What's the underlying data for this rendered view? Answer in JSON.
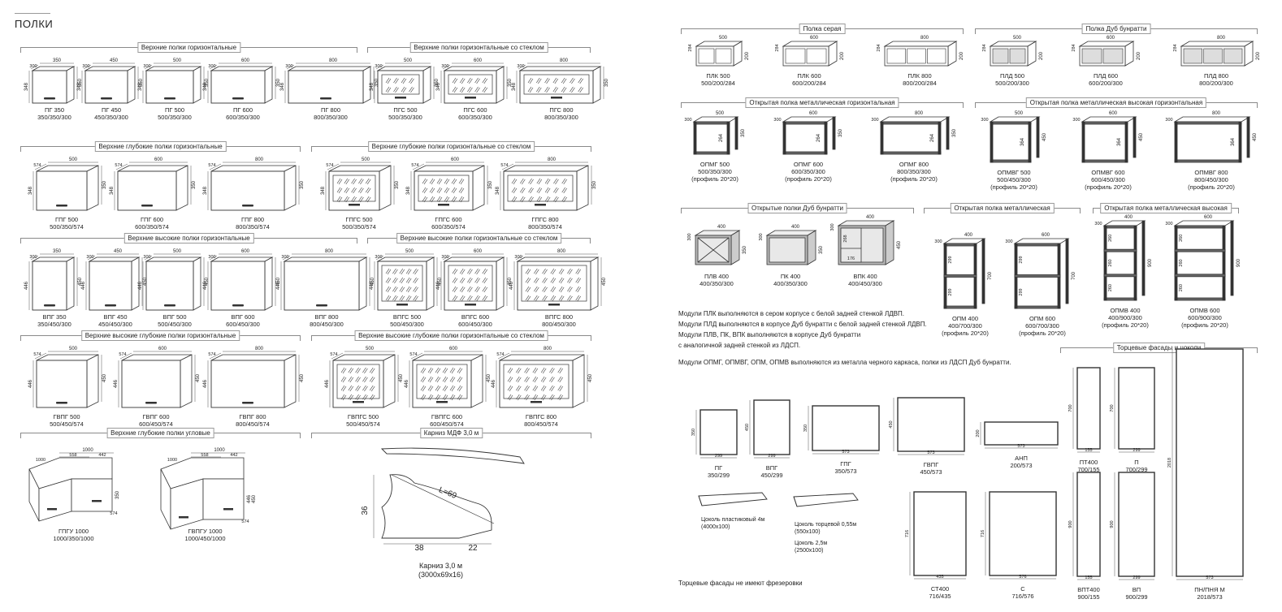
{
  "page": {
    "title": "ПОЛКИ"
  },
  "left_sections": [
    {
      "title": "Верхние полки горизонтальные",
      "items": [
        {
          "name": "ПГ 350",
          "size": "350/350/300",
          "w": "350",
          "d": "300",
          "h": "348",
          "h2": "350"
        },
        {
          "name": "ПГ 450",
          "size": "450/350/300",
          "w": "450",
          "d": "300",
          "h": "348",
          "h2": "350"
        },
        {
          "name": "ПГ 500",
          "size": "500/350/300",
          "w": "500",
          "d": "300",
          "h": "348",
          "h2": "350"
        },
        {
          "name": "ПГ 600",
          "size": "600/350/300",
          "w": "600",
          "d": "300",
          "h": "348",
          "h2": "350"
        },
        {
          "name": "ПГ 800",
          "size": "800/350/300",
          "w": "800",
          "d": "300",
          "h": "348",
          "h2": "350"
        }
      ]
    },
    {
      "title": "Верхние полки горизонтальные со стеклом",
      "items": [
        {
          "name": "ПГС 500",
          "size": "500/350/300",
          "w": "500",
          "d": "300",
          "h": "348",
          "h2": "350"
        },
        {
          "name": "ПГС 600",
          "size": "600/350/300",
          "w": "600",
          "d": "300",
          "h": "348",
          "h2": "350"
        },
        {
          "name": "ПГС 800",
          "size": "800/350/300",
          "w": "800",
          "d": "300",
          "h": "348",
          "h2": "350"
        }
      ]
    },
    {
      "title": "Верхние глубокие полки горизонтальные",
      "items": [
        {
          "name": "ГПГ 500",
          "size": "500/350/574",
          "w": "500",
          "d": "574",
          "h": "348",
          "h2": "350"
        },
        {
          "name": "ГПГ 600",
          "size": "600/350/574",
          "w": "600",
          "d": "574",
          "h": "348",
          "h2": "350"
        },
        {
          "name": "ГПГ 800",
          "size": "800/350/574",
          "w": "800",
          "d": "574",
          "h": "348",
          "h2": "350"
        }
      ]
    },
    {
      "title": "Верхние глубокие полки горизонтальные со стеклом",
      "items": [
        {
          "name": "ГПГС 500",
          "size": "500/350/574",
          "w": "500",
          "d": "574",
          "h": "348",
          "h2": "350"
        },
        {
          "name": "ГПГС 600",
          "size": "600/350/574",
          "w": "600",
          "d": "574",
          "h": "348",
          "h2": "350"
        },
        {
          "name": "ГПГС 800",
          "size": "800/350/574",
          "w": "800",
          "d": "574",
          "h": "348",
          "h2": "350"
        }
      ]
    },
    {
      "title": "Верхние высокие полки горизонтальные",
      "items": [
        {
          "name": "ВПГ 350",
          "size": "350/450/300",
          "w": "350",
          "d": "300",
          "h": "446",
          "h2": "450"
        },
        {
          "name": "ВПГ 450",
          "size": "450/450/300",
          "w": "450",
          "d": "300",
          "h": "446",
          "h2": "450"
        },
        {
          "name": "ВПГ 500",
          "size": "500/450/300",
          "w": "500",
          "d": "300",
          "h": "446",
          "h2": "450"
        },
        {
          "name": "ВПГ 600",
          "size": "600/450/300",
          "w": "600",
          "d": "300",
          "h": "446",
          "h2": "450"
        },
        {
          "name": "ВПГ 800",
          "size": "800/450/300",
          "w": "800",
          "d": "300",
          "h": "446",
          "h2": "450"
        }
      ]
    },
    {
      "title": "Верхние высокие полки горизонтальные со стеклом",
      "items": [
        {
          "name": "ВПГС 500",
          "size": "500/450/300",
          "w": "500",
          "d": "300",
          "h": "446",
          "h2": "450"
        },
        {
          "name": "ВПГС 600",
          "size": "600/450/300",
          "w": "600",
          "d": "300",
          "h": "446",
          "h2": "450"
        },
        {
          "name": "ВПГС 800",
          "size": "800/450/300",
          "w": "800",
          "d": "300",
          "h": "446",
          "h2": "450"
        }
      ]
    },
    {
      "title": "Верхние высокие глубокие полки горизонтальные",
      "items": [
        {
          "name": "ГВПГ 500",
          "size": "500/450/574",
          "w": "500",
          "d": "574",
          "h": "446",
          "h2": "450"
        },
        {
          "name": "ГВПГ 600",
          "size": "600/450/574",
          "w": "600",
          "d": "574",
          "h": "446",
          "h2": "450"
        },
        {
          "name": "ГВПГ 800",
          "size": "800/450/574",
          "w": "800",
          "d": "574",
          "h": "446",
          "h2": "450"
        }
      ]
    },
    {
      "title": "Верхние высокие глубокие полки горизонтальные со стеклом",
      "items": [
        {
          "name": "ГВПГС 500",
          "size": "500/450/574",
          "w": "500",
          "d": "574",
          "h": "446",
          "h2": "450"
        },
        {
          "name": "ГВПГС 600",
          "size": "600/450/574",
          "w": "600",
          "d": "574",
          "h": "446",
          "h2": "450"
        },
        {
          "name": "ГВПГС 800",
          "size": "800/450/574",
          "w": "800",
          "d": "574",
          "h": "446",
          "h2": "450"
        }
      ]
    },
    {
      "title": "Верхние глубокие полки угловые",
      "items": [
        {
          "name": "ГПГУ 1000",
          "size": "1000/350/1000",
          "w": "1000",
          "d": "1000",
          "a": "558",
          "b": "442",
          "h": "350",
          "d2": "574"
        },
        {
          "name": "ГВПГУ 1000",
          "size": "1000/450/1000",
          "w": "1000",
          "d": "1000",
          "a": "558",
          "b": "442",
          "h": "446",
          "h2": "450",
          "d2": "574"
        }
      ]
    },
    {
      "title": "Карниз МДФ 3,0 м",
      "label_l": "L=69",
      "dim_h": "36",
      "dim_a": "38",
      "dim_b": "22",
      "name": "Карниз 3,0 м",
      "size": "(3000х69х16)"
    }
  ],
  "right_sections": [
    {
      "title": "Полка серая",
      "items": [
        {
          "name": "ПЛК 500",
          "size": "500/200/284",
          "w": "500",
          "d": "284",
          "h": "200"
        },
        {
          "name": "ПЛК 600",
          "size": "600/200/284",
          "w": "600",
          "d": "284",
          "h": "200"
        },
        {
          "name": "ПЛК 800",
          "size": "800/200/284",
          "w": "800",
          "d": "284",
          "h": "200"
        }
      ]
    },
    {
      "title": "Полка Дуб бунратти",
      "items": [
        {
          "name": "ПЛД 500",
          "size": "500/200/300",
          "w": "500",
          "d": "284",
          "h": "200"
        },
        {
          "name": "ПЛД 600",
          "size": "600/200/300",
          "w": "600",
          "d": "284",
          "h": "200"
        },
        {
          "name": "ПЛД 800",
          "size": "800/200/300",
          "w": "800",
          "d": "284",
          "h": "200"
        }
      ]
    },
    {
      "title": "Открытая полка металлическая горизонтальная",
      "items": [
        {
          "name": "ОПМГ 500",
          "size": "500/350/300",
          "prof": "(профиль 20*20)",
          "w": "500",
          "d": "300",
          "h": "264",
          "h2": "350"
        },
        {
          "name": "ОПМГ 600",
          "size": "600/350/300",
          "prof": "(профиль 20*20)",
          "w": "600",
          "d": "300",
          "h": "264",
          "h2": "350"
        },
        {
          "name": "ОПМГ 800",
          "size": "800/350/300",
          "prof": "(профиль 20*20)",
          "w": "800",
          "d": "300",
          "h": "264",
          "h2": "350"
        }
      ]
    },
    {
      "title": "Открытая полка металлическая высокая горизонтальная",
      "items": [
        {
          "name": "ОПМВГ 500",
          "size": "500/450/300",
          "prof": "(профиль 20*20)",
          "w": "500",
          "d": "300",
          "h": "364",
          "h2": "450"
        },
        {
          "name": "ОПМВГ 600",
          "size": "600/450/300",
          "prof": "(профиль 20*20)",
          "w": "600",
          "d": "300",
          "h": "364",
          "h2": "450"
        },
        {
          "name": "ОПМВГ 800",
          "size": "800/450/300",
          "prof": "(профиль 20*20)",
          "w": "800",
          "d": "300",
          "h": "364",
          "h2": "450"
        }
      ]
    },
    {
      "title": "Открытые полки Дуб бунратти",
      "items": [
        {
          "name": "ПЛВ 400",
          "size": "400/350/300",
          "w": "400",
          "d": "300",
          "h": "350"
        },
        {
          "name": "ПК 400",
          "size": "400/350/300",
          "w": "400",
          "d": "300",
          "h": "350"
        },
        {
          "name": "ВПК 400",
          "size": "400/450/300",
          "w": "400",
          "d": "300",
          "h": "450",
          "h_a": "268",
          "h_b": "176"
        }
      ]
    },
    {
      "title": "Открытая полка металлическая",
      "items": [
        {
          "name": "ОПМ 400",
          "size": "400/700/300",
          "prof": "(профиль 20*20)",
          "w": "400",
          "d": "300",
          "h": "700",
          "s": "299"
        },
        {
          "name": "ОПМ 600",
          "size": "600/700/300",
          "prof": "(профиль 20*20)",
          "w": "600",
          "d": "300",
          "h": "700",
          "s": "299"
        }
      ]
    },
    {
      "title": "Открытая полка металлическая высокая",
      "items": [
        {
          "name": "ОПМВ 400",
          "size": "400/900/300",
          "prof": "(профиль 20*20)",
          "w": "400",
          "d": "300",
          "h": "900",
          "s": "260"
        },
        {
          "name": "ОПМВ 600",
          "size": "600/900/300",
          "prof": "(профиль 20*20)",
          "w": "600",
          "d": "300",
          "h": "900",
          "s": "260"
        }
      ]
    },
    {
      "title": "Торцевые фасады и цоколи"
    }
  ],
  "notes": [
    "Модули ПЛК выполняются в сером корпусе с белой задней стенкой ЛДВП.",
    "Модули ПЛД выполняются в корпусе Дуб бунратти с белой задней стенкой ЛДВП.",
    "Модули ПЛВ, ПК, ВПК выполняются в корпусе Дуб бунратти",
    "с аналогичной задней стенкой из ЛДСП.",
    "Модули ОПМГ, ОПМВГ, ОПМ, ОПМВ выполняются из металла черного каркаса, полки из ЛДСП Дуб бунратти."
  ],
  "facades": [
    {
      "name": "ПГ",
      "size": "350/299",
      "w": "299",
      "h": "350"
    },
    {
      "name": "ВПГ",
      "size": "450/299",
      "w": "299",
      "h": "450"
    },
    {
      "name": "ГПГ",
      "size": "350/573",
      "w": "573",
      "h": "350"
    },
    {
      "name": "ГВПГ",
      "size": "450/573",
      "w": "573",
      "h": "450"
    },
    {
      "name": "АНП",
      "size": "200/573",
      "w": "573",
      "h": "200"
    },
    {
      "name": "ПТ400",
      "size": "700/155",
      "w": "155",
      "h": "700"
    },
    {
      "name": "П",
      "size": "700/299",
      "w": "299",
      "h": "700"
    },
    {
      "name": "СТ400",
      "size": "716/435",
      "w": "435",
      "h": "716"
    },
    {
      "name": "С",
      "size": "716/576",
      "w": "576",
      "h": "716"
    },
    {
      "name": "ВПТ400",
      "size": "900/155",
      "w": "155",
      "h": "900"
    },
    {
      "name": "ВП",
      "size": "900/299",
      "w": "299",
      "h": "900"
    },
    {
      "name": "ПН/ПНЯ М",
      "size": "2018/573",
      "w": "573",
      "h": "2018"
    }
  ],
  "plinths": [
    {
      "name": "Цоколь пластиковый 4м",
      "size": "(4000х100)"
    },
    {
      "name": "Цоколь торцевой 0,55м",
      "size": "(550х100)"
    },
    {
      "name": "Цоколь 2,5м",
      "size": "(2500х100)"
    }
  ],
  "footer_note": "Торцевые фасады не имеют фрезеровки"
}
